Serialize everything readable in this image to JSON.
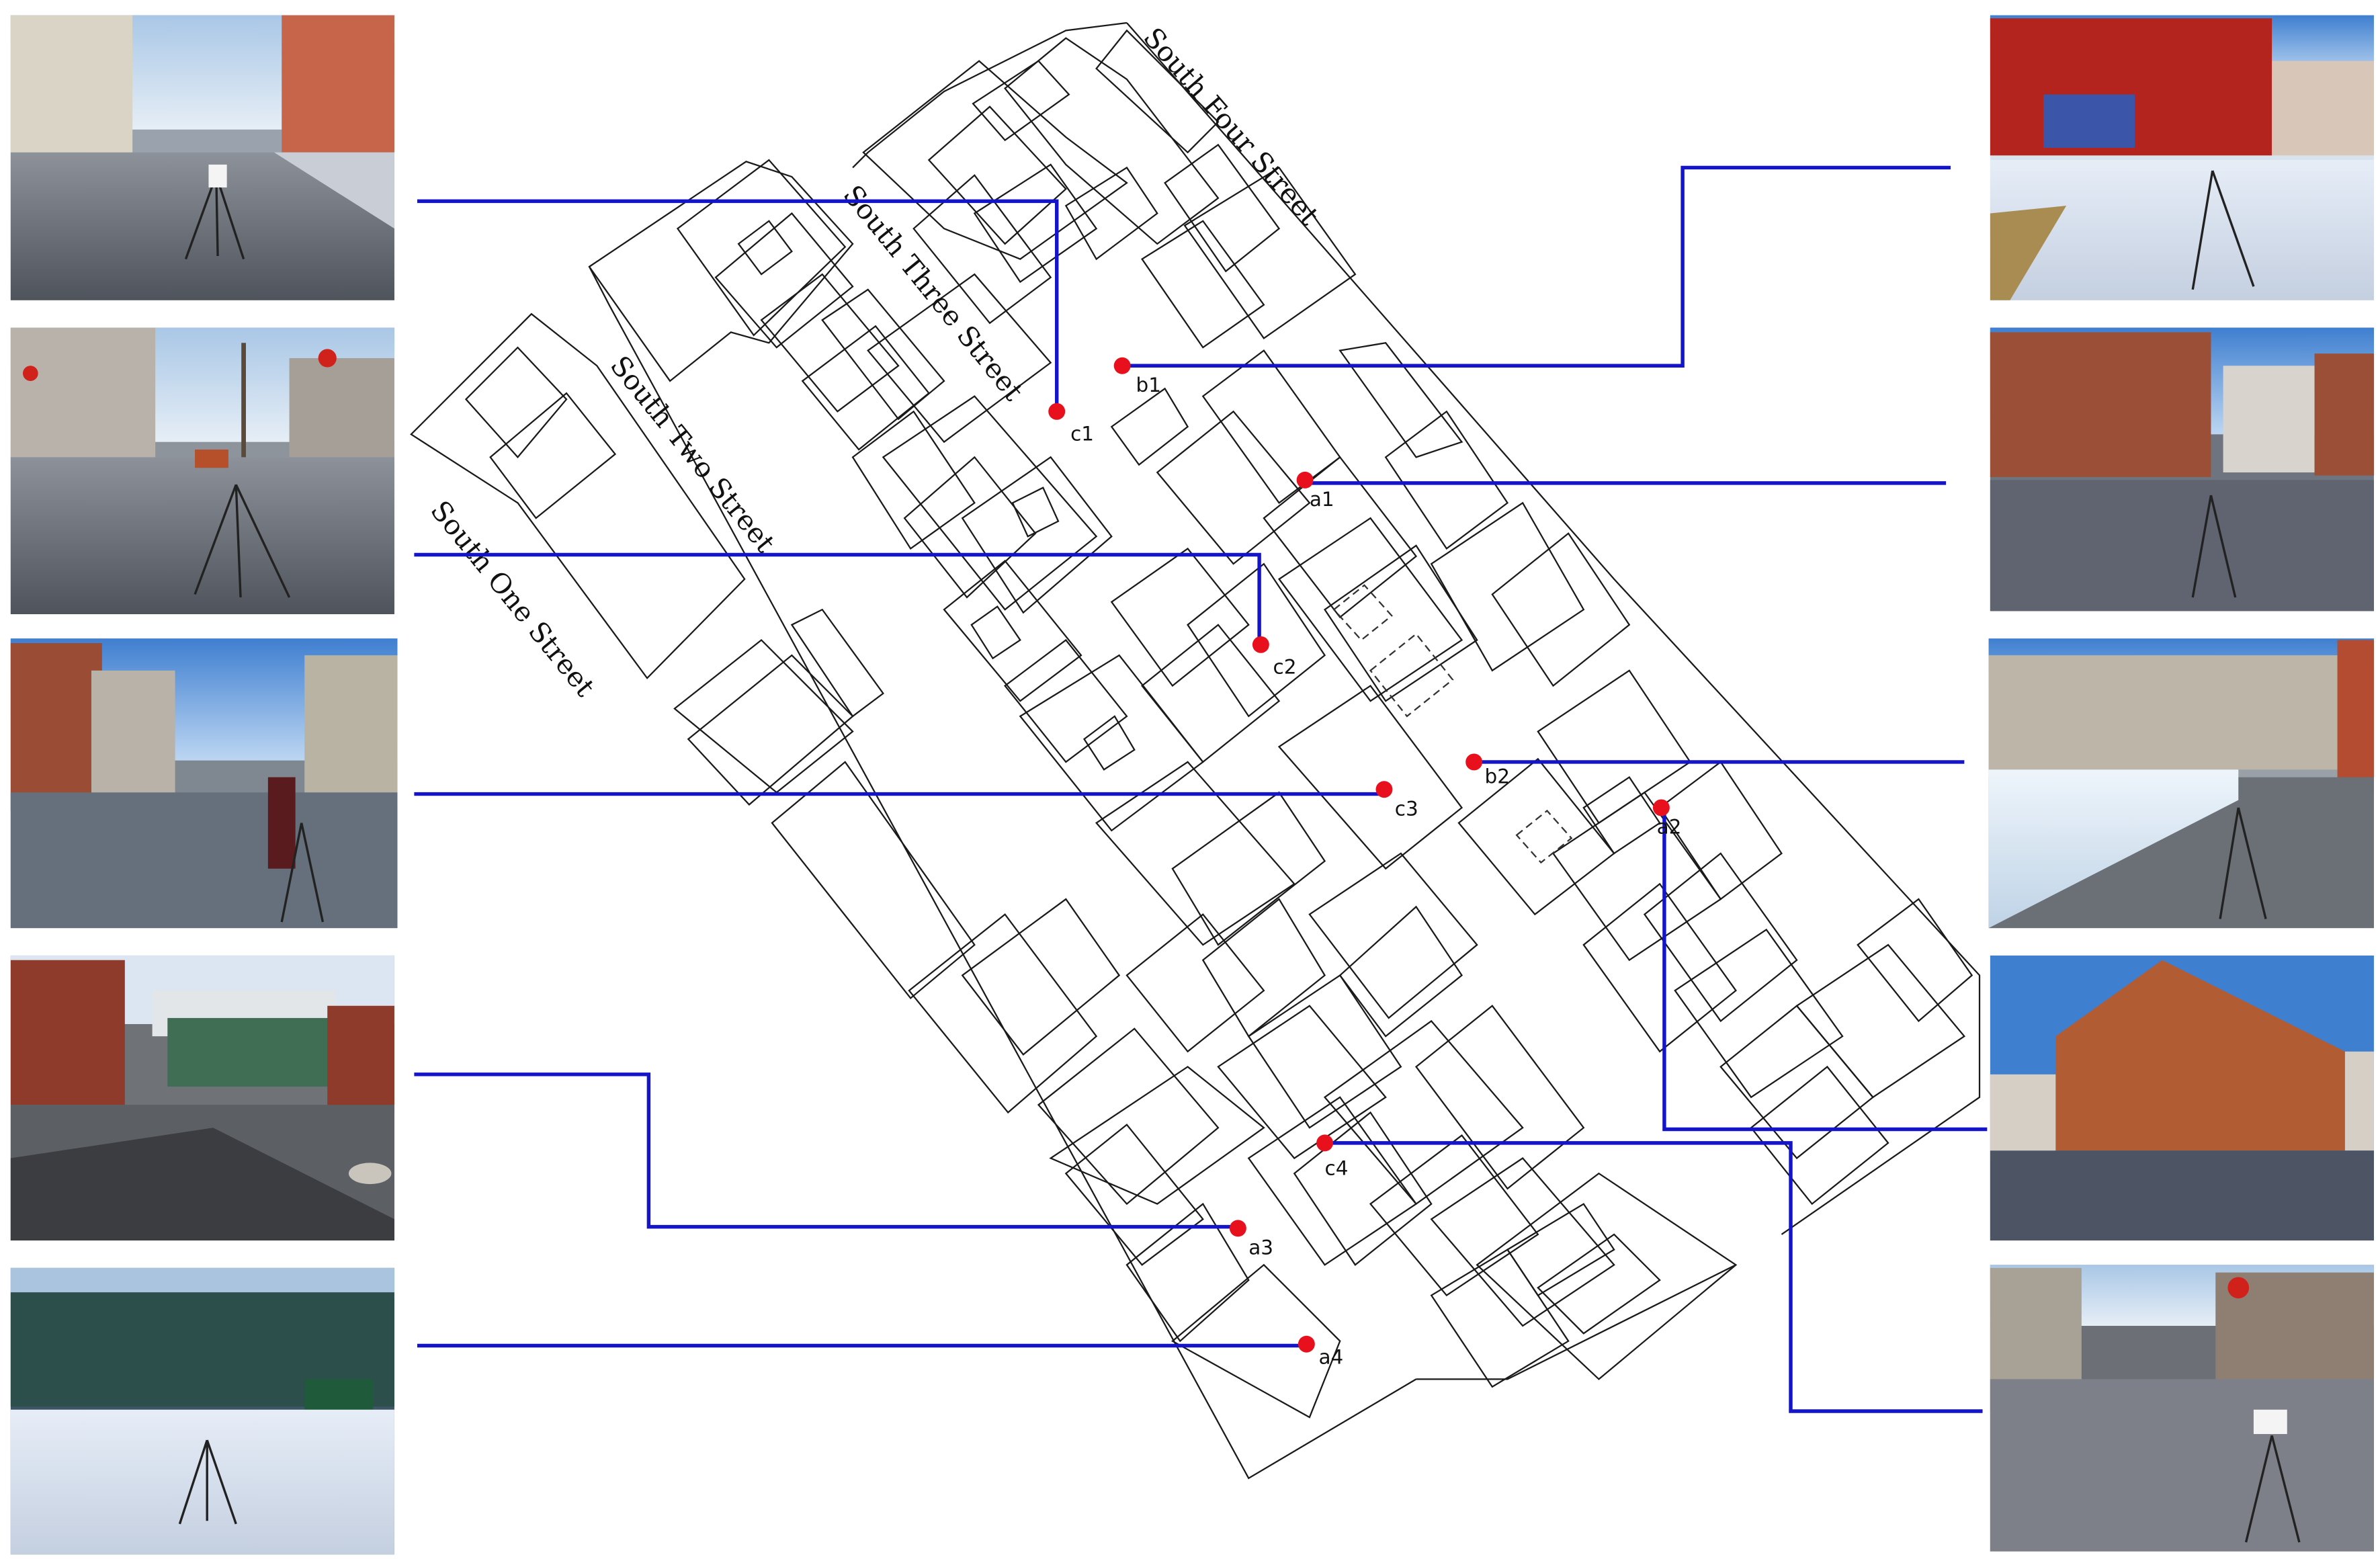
{
  "streets": {
    "s4": "South Four Street",
    "s3": "South Three Street",
    "s2": "South Two Street",
    "s1": "South One Street"
  },
  "points": [
    {
      "id": "c1",
      "label": "c1"
    },
    {
      "id": "b1",
      "label": "b1"
    },
    {
      "id": "a1",
      "label": "a1"
    },
    {
      "id": "c2",
      "label": "c2"
    },
    {
      "id": "b2",
      "label": "b2"
    },
    {
      "id": "c3",
      "label": "c3"
    },
    {
      "id": "a2",
      "label": "a2"
    },
    {
      "id": "c4",
      "label": "c4"
    },
    {
      "id": "a3",
      "label": "a3"
    },
    {
      "id": "a4",
      "label": "a4"
    }
  ],
  "colors": {
    "connector": "#1414c8",
    "marker": "#e8101c",
    "outline": "#1a1a1a",
    "background": "#ffffff"
  }
}
